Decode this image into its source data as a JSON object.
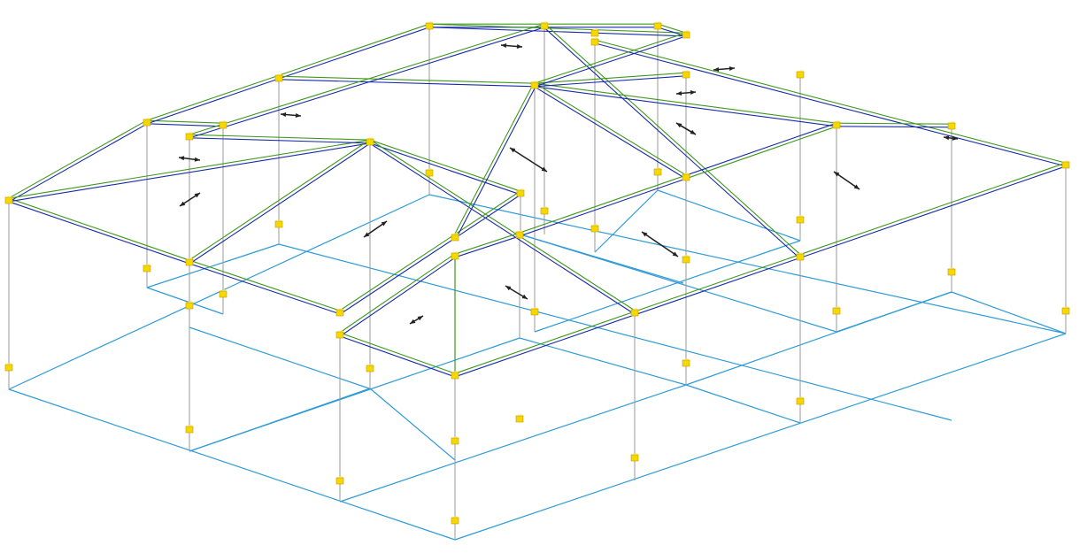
{
  "view": {
    "background": "#ffffff",
    "projection": "isometric",
    "labels_shown": false
  },
  "colors": {
    "foundation_grid": "#2f9bd6",
    "column_line": "#9a9a9a",
    "beam_top_edge": "#3c9a1c",
    "beam_bottom_edge": "#1a2aa8",
    "node": "#f5d800",
    "node_shade": "#c79a00",
    "load_arrow": "#222222"
  },
  "model": {
    "element_groups": [
      "foundation-grid",
      "columns",
      "roof-beams",
      "nodes",
      "load-arrows"
    ],
    "node_icon": "cube-node-icon",
    "load_icon": "double-arrow-icon"
  }
}
